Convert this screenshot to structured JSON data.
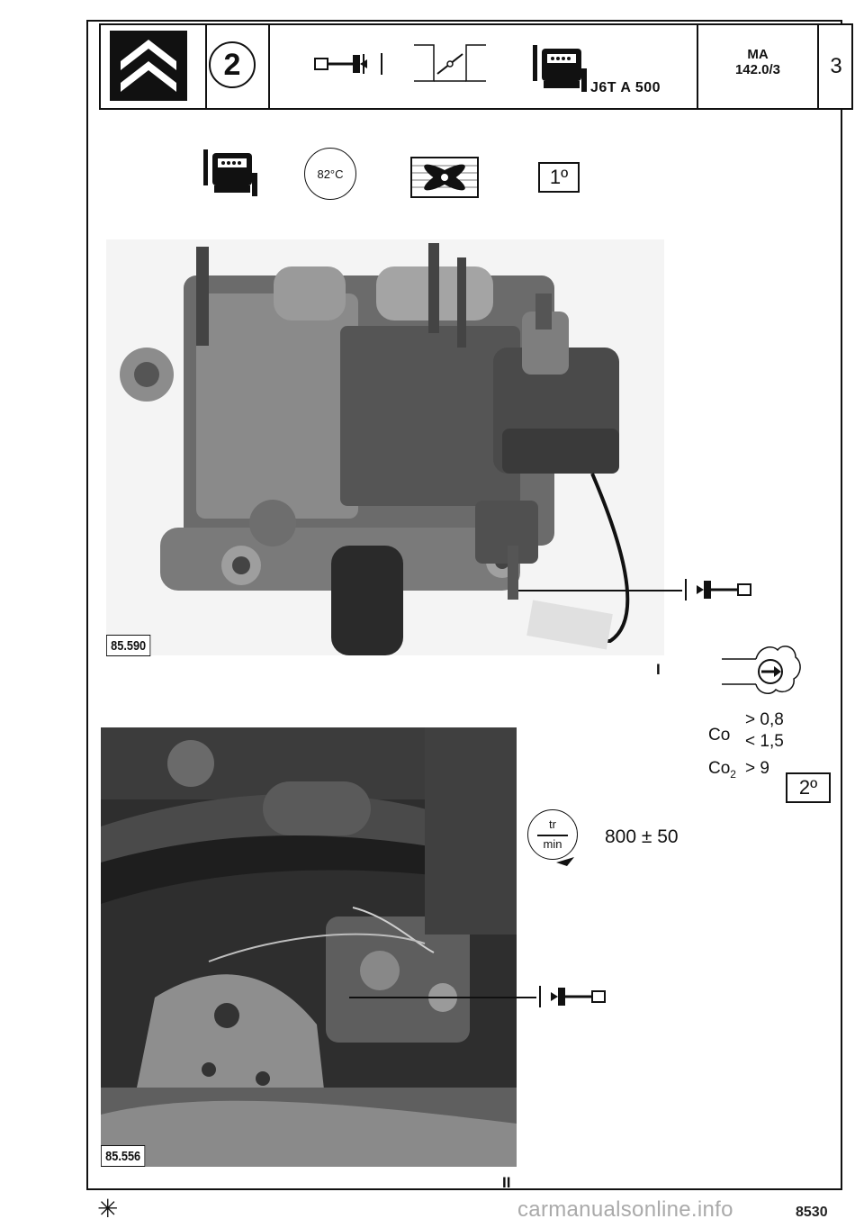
{
  "header": {
    "brand_logo": "citroen-double-chevron-logo",
    "section_number": "2",
    "engine_code": "J6T A 500",
    "manual_ref_line1": "MA",
    "manual_ref_line2": "142.0/3",
    "page_number": "3"
  },
  "conditions": {
    "engine_temperature": "82°C",
    "step_label": "1º",
    "icons": [
      "engine-icon",
      "thermometer-circle-icon",
      "fan-disabled-icon"
    ]
  },
  "figure_1": {
    "photo_ref": "85.590",
    "roman_label": "I",
    "tool_icon": "adjusting-screw-icon"
  },
  "exhaust": {
    "icon": "exhaust-analyzer-icon",
    "co_label": "Co",
    "co_min": "> 0,8",
    "co_max": "< 1,5",
    "co2_label": "Co",
    "co2_sub": "2",
    "co2_value": "> 9",
    "step_label": "2º"
  },
  "idle": {
    "dial_top": "tr",
    "dial_bottom": "min",
    "rpm_value": "800 ± 50"
  },
  "figure_2": {
    "photo_ref": "85.556",
    "roman_label": "II",
    "tool_icon": "adjusting-screw-icon"
  },
  "footer": {
    "star": "✳",
    "code": "8530",
    "watermark": "carmanualsonline.info"
  },
  "colors": {
    "ink": "#111111",
    "photo_dark": "#2a2a2a",
    "photo_mid": "#6b6b6b",
    "photo_light": "#bdbdbd"
  }
}
